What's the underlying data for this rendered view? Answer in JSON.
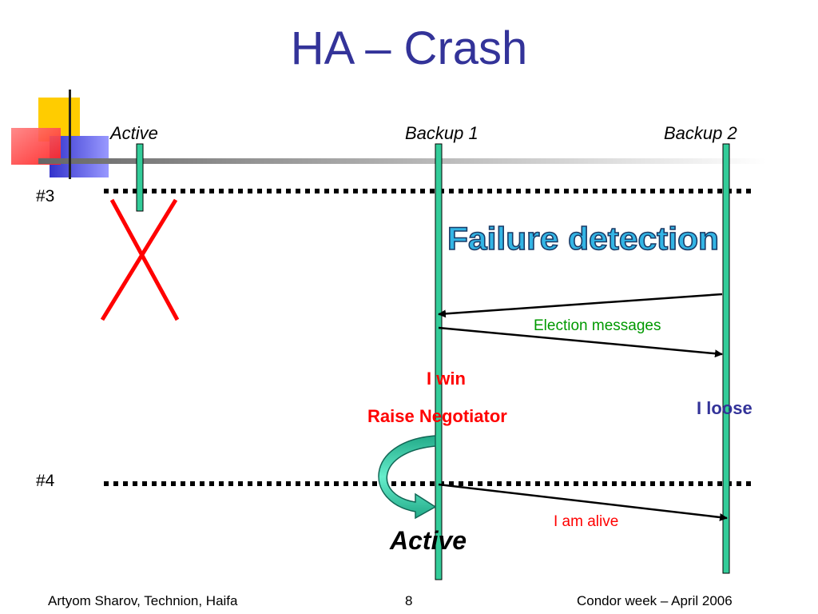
{
  "slide": {
    "title": "HA – Crash"
  },
  "nodes": [
    {
      "label": "Active"
    },
    {
      "label": "Backup 1"
    },
    {
      "label": "Backup 2"
    }
  ],
  "rows": [
    {
      "label": "#3"
    },
    {
      "label": "#4"
    }
  ],
  "messages": {
    "failure_detection": "Failure detection",
    "election": "Election messages",
    "i_win": "I win",
    "raise_negotiator": "Raise Negotiator",
    "i_loose": "I loose",
    "i_am_alive": "I am alive",
    "active_state": "Active"
  },
  "footer": {
    "left": "Artyom Sharov, Technion, Haifa",
    "page": "8",
    "right": "Condor week – April 2006"
  },
  "colors": {
    "title": "#333399",
    "lifeline": "#33cc99",
    "crash": "#ff0000",
    "election_text": "#009900",
    "alive_text": "#ff0000",
    "failure_detection_fill": "#33b5e5"
  }
}
